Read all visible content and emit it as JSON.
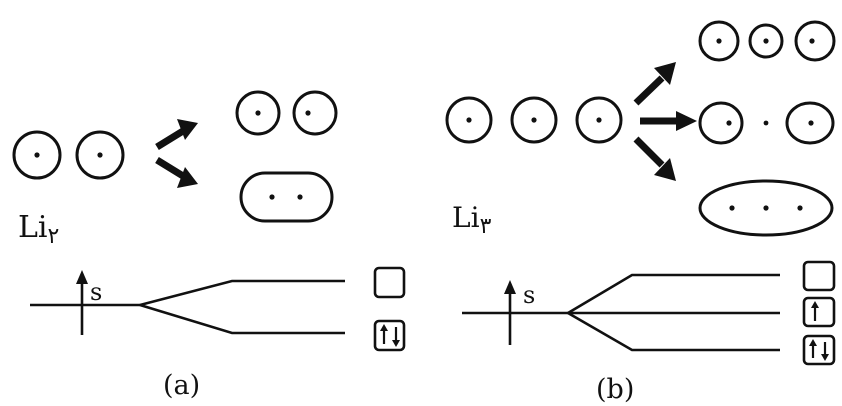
{
  "panel_a": {
    "molecule": "Li",
    "subscript": "۲",
    "axis_label": "s",
    "caption": "(a)"
  },
  "panel_b": {
    "molecule": "Li",
    "subscript": "۳",
    "axis_label": "s",
    "caption": "(b)"
  },
  "colors": {
    "ink": "#111111",
    "background": "#ffffff"
  }
}
